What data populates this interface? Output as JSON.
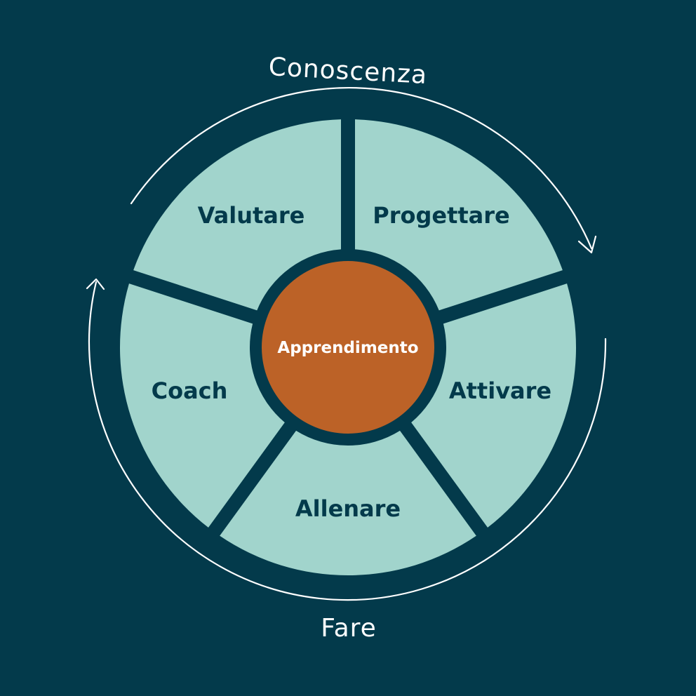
{
  "diagram": {
    "center": "Apprendimento",
    "segments": [
      {
        "label": "Progettare"
      },
      {
        "label": "Attivare"
      },
      {
        "label": "Allenare"
      },
      {
        "label": "Coach"
      },
      {
        "label": "Valutare"
      }
    ],
    "top_label": "Conoscenza",
    "bottom_label": "Fare"
  },
  "colors": {
    "background": "#033a4b",
    "segment": "#a1d4cc",
    "center": "#bc6227",
    "text_dark": "#033a4b",
    "text_light": "#ffffff"
  },
  "icons": {
    "top_arrow": "clockwise-arrow-icon",
    "left_arrow": "counterclockwise-arrow-icon"
  }
}
